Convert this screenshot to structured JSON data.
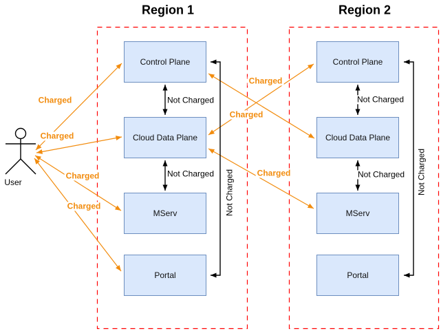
{
  "colors": {
    "box_fill": "#dae8fc",
    "box_border": "#6c8ebf",
    "region_border": "#ff0000",
    "charged_orange": "#f28c0e",
    "line_black": "#000000"
  },
  "regions": [
    {
      "title": "Region 1",
      "boxes": [
        {
          "label": "Control Plane"
        },
        {
          "label": "Cloud Data Plane"
        },
        {
          "label": "MServ"
        },
        {
          "label": "Portal"
        }
      ]
    },
    {
      "title": "Region 2",
      "boxes": [
        {
          "label": "Control Plane"
        },
        {
          "label": "Cloud Data Plane"
        },
        {
          "label": "MServ"
        },
        {
          "label": "Portal"
        }
      ]
    }
  ],
  "actor": {
    "label": "User"
  },
  "edges": {
    "user": [
      {
        "to": "Region 1 Control Plane",
        "label": "Charged"
      },
      {
        "to": "Region 1 Cloud Data Plane",
        "label": "Charged"
      },
      {
        "to": "Region 1 MServ",
        "label": "Charged"
      },
      {
        "to": "Region 1 Portal",
        "label": "Charged"
      }
    ],
    "cross": [
      {
        "from": "Region 1 Cloud Data Plane",
        "to": "Region 2 Control Plane",
        "label": "Charged"
      },
      {
        "from": "Region 1 Control Plane",
        "to": "Region 2 Cloud Data Plane",
        "label": "Charged"
      },
      {
        "from": "Region 1 Cloud Data Plane",
        "to": "Region 2 MServ",
        "label": "Charged"
      }
    ],
    "internal": [
      {
        "region": "Region 1",
        "between": "Control Plane and Cloud Data Plane",
        "label": "Not Charged"
      },
      {
        "region": "Region 1",
        "between": "Cloud Data Plane and MServ",
        "label": "Not Charged"
      },
      {
        "region": "Region 2",
        "between": "Control Plane and Cloud Data Plane",
        "label": "Not Charged"
      },
      {
        "region": "Region 2",
        "between": "Cloud Data Plane and MServ",
        "label": "Not Charged"
      }
    ],
    "side": [
      {
        "region": "Region 1",
        "between": "Control Plane and Portal",
        "label": "Not Charged"
      },
      {
        "region": "Region 2",
        "between": "Control Plane and Portal",
        "label": "Not Charged"
      }
    ]
  }
}
